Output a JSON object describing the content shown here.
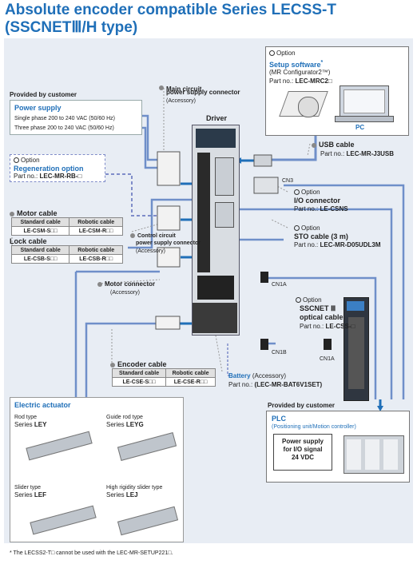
{
  "title_line1": "Absolute encoder compatible Series LECSS-T",
  "title_line2": "(SSCNETⅢ/H type)",
  "setup_software": {
    "option": "Option",
    "name": "Setup software",
    "star": "*",
    "sub": "(MR Configurator2™)",
    "part_prefix": "Part no.:",
    "part_no": "LEC-MRC2□",
    "pc_label": "PC"
  },
  "provided_customer_top": "Provided by customer",
  "power_supply": {
    "title": "Power supply",
    "line1": "Single phase 200 to 240 VAC (50/60 Hz)",
    "line2": "Three phase 200 to 240 VAC (50/60 Hz)"
  },
  "main_circuit": {
    "line1": "Main circuit",
    "line2": "power supply connector",
    "sub": "(Accessory)"
  },
  "driver_label": "Driver",
  "usb_cable": {
    "name": "USB cable",
    "part_prefix": "Part no.:",
    "part_no": "LEC-MR-J3USB"
  },
  "regeneration": {
    "option": "Option",
    "name": "Regeneration option",
    "part_prefix": "Part no.:",
    "part_no": "LEC-MR-RB-□"
  },
  "cn3": "CN3",
  "io_connector": {
    "option": "Option",
    "name": "I/O connector",
    "part_prefix": "Part no.:",
    "part_no": "LE-CSNS"
  },
  "motor_cable": {
    "title": "Motor cable",
    "headers": [
      "Standard cable",
      "Robotic cable"
    ],
    "row": [
      "LE-CSM-S□□",
      "LE-CSM-R□□"
    ]
  },
  "lock_cable": {
    "title": "Lock cable",
    "headers": [
      "Standard cable",
      "Robotic cable"
    ],
    "row": [
      "LE-CSB-S□□",
      "LE-CSB-R□□"
    ]
  },
  "sto_cable": {
    "option": "Option",
    "name": "STO cable (3 m)",
    "part_prefix": "Part no.:",
    "part_no": "LEC-MR-D05UDL3M"
  },
  "control_circuit": {
    "line1": "Control circuit",
    "line2": "power supply connector",
    "sub": "(Accessory)"
  },
  "motor_connector": {
    "name": "Motor connector",
    "sub": "(Accessory)"
  },
  "cn1a_left": "CN1A",
  "sscnet": {
    "option": "Option",
    "name_line1": "SSCNET Ⅲ",
    "name_line2": "optical cable",
    "part_prefix": "Part no.:",
    "part_no": "LE-CSS-□"
  },
  "cn1b": "CN1B",
  "cn1a_right": "CN1A",
  "encoder_cable": {
    "title": "Encoder cable",
    "headers": [
      "Standard cable",
      "Robotic cable"
    ],
    "row": [
      "LE-CSE-S□□",
      "LE-CSE-R□□"
    ]
  },
  "battery": {
    "name": "Battery",
    "sub": "(Accessory)",
    "part_prefix": "Part no.:",
    "part_no": "(LEC-MR-BAT6V1SET)"
  },
  "provided_customer_bottom": "Provided by customer",
  "plc": {
    "title": "PLC",
    "sub": "(Positioning unit/Motion controller)",
    "power_line1": "Power supply",
    "power_line2": "for I/O signal",
    "power_line3": "24 VDC"
  },
  "electric_actuator": {
    "title": "Electric actuator",
    "items": [
      {
        "type": "Rod type",
        "series": "Series",
        "model": "LEY"
      },
      {
        "type": "Guide rod type",
        "series": "Series",
        "model": "LEYG"
      },
      {
        "type": "Slider type",
        "series": "Series",
        "model": "LEF"
      },
      {
        "type": "High rigidity slider type",
        "series": "Series",
        "model": "LEJ"
      }
    ]
  },
  "footnote": "* The LECSS2-T□ cannot be used with the LEC-MR-SETUP221□.",
  "colors": {
    "accent": "#1f6fb8",
    "cable": "#6f8fc9",
    "dashed": "#7f8cc9",
    "panel": "#e8edf4"
  }
}
